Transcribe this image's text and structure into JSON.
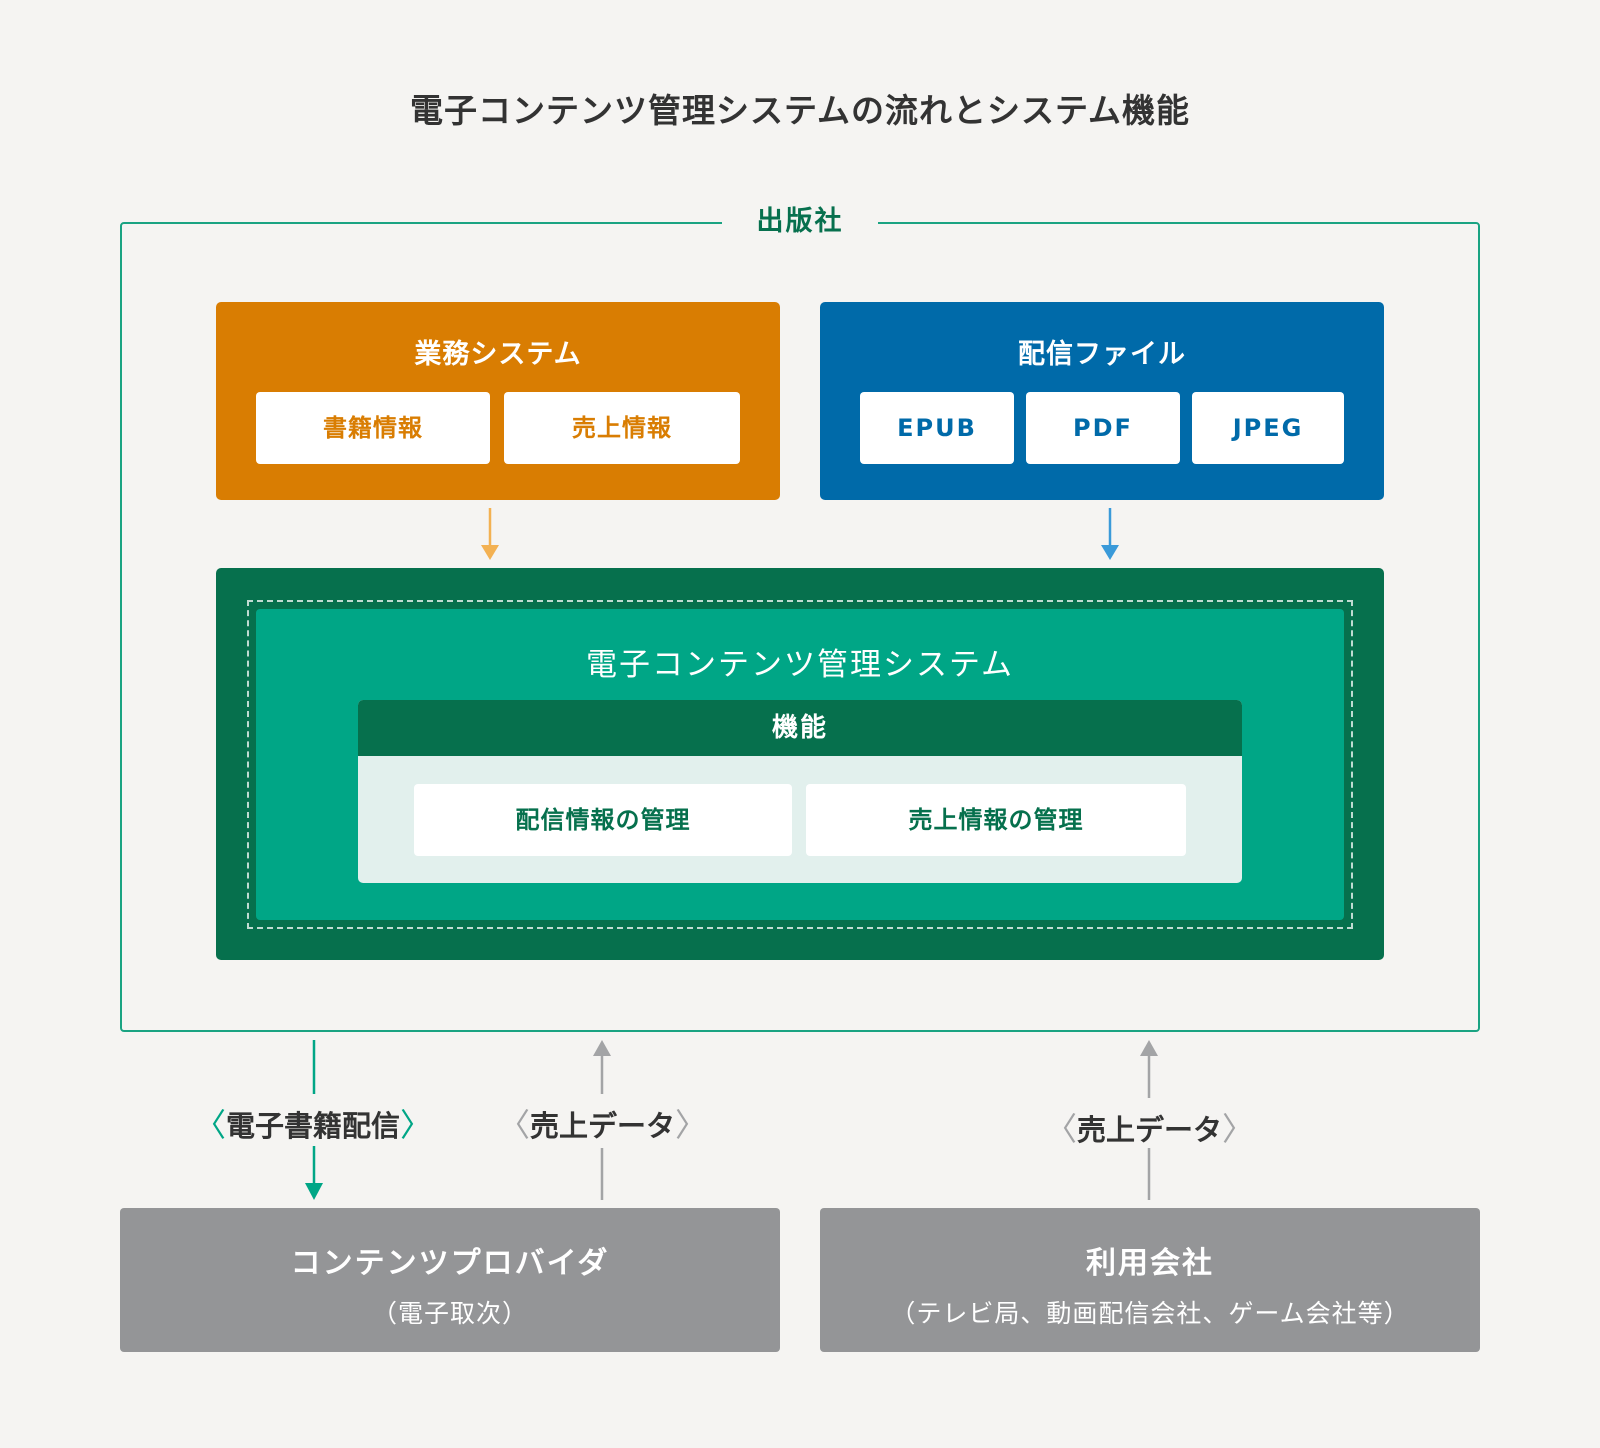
{
  "title": "電子コンテンツ管理システムの流れとシステム機能",
  "publisher": {
    "label": "出版社"
  },
  "business_system": {
    "title": "業務システム",
    "items": [
      "書籍情報",
      "売上情報"
    ]
  },
  "delivery_files": {
    "title": "配信ファイル",
    "items": [
      "EPUB",
      "PDF",
      "JPEG"
    ]
  },
  "ecms": {
    "title": "電子コンテンツ管理システム",
    "functions_title": "機能",
    "functions": [
      "配信情報の管理",
      "売上情報の管理"
    ]
  },
  "flows": {
    "ebook_delivery": "電子書籍配信",
    "sales_data_left": "売上データ",
    "sales_data_right": "売上データ"
  },
  "content_provider": {
    "title": "コンテンツプロバイダ",
    "subtitle": "（電子取次）"
  },
  "user_company": {
    "title": "利用会社",
    "subtitle": "（テレビ局、動画配信会社、ゲーム会社等）"
  },
  "colors": {
    "orange": "#d97d02",
    "blue": "#006aa9",
    "dark_green": "#06704d",
    "green": "#00a686",
    "gray": "#949597",
    "light_orange_arrow": "#f3b152",
    "light_blue_arrow": "#3a9ad9"
  }
}
